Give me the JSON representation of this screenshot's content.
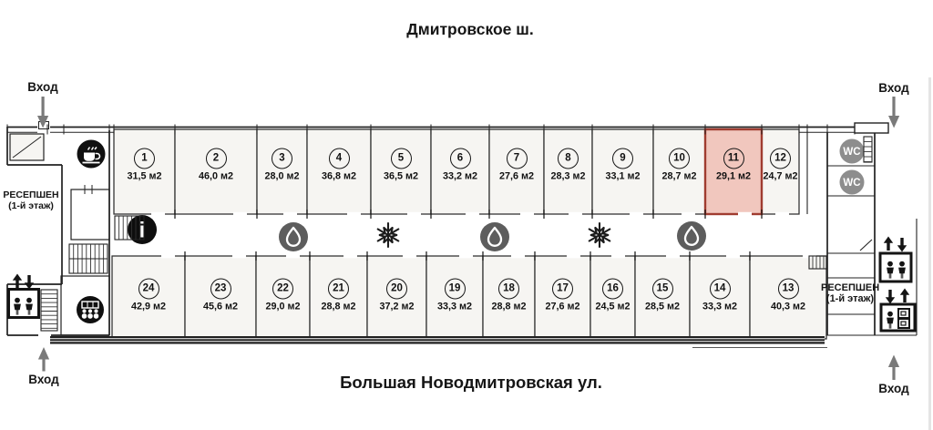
{
  "streets": {
    "top": "Дмитровское ш.",
    "bottom": "Большая Новодмитровская ул."
  },
  "entrance_label": "Вход",
  "reception": {
    "line1": "РЕСЕПШЕН",
    "line2": "(1-й этаж)"
  },
  "wc_label": "WC",
  "info_glyph": "i",
  "rooms": {
    "top": [
      {
        "number": "1",
        "area": "31,5 м2"
      },
      {
        "number": "2",
        "area": "46,0 м2"
      },
      {
        "number": "3",
        "area": "28,0 м2"
      },
      {
        "number": "4",
        "area": "36,8 м2"
      },
      {
        "number": "5",
        "area": "36,5 м2"
      },
      {
        "number": "6",
        "area": "33,2 м2"
      },
      {
        "number": "7",
        "area": "27,6 м2"
      },
      {
        "number": "8",
        "area": "28,3 м2"
      },
      {
        "number": "9",
        "area": "33,1 м2"
      },
      {
        "number": "10",
        "area": "28,7 м2"
      },
      {
        "number": "11",
        "area": "29,1 м2",
        "highlighted": true
      },
      {
        "number": "12",
        "area": "24,7 м2"
      }
    ],
    "bottom": [
      {
        "number": "24",
        "area": "42,9 м2"
      },
      {
        "number": "23",
        "area": "45,6 м2"
      },
      {
        "number": "22",
        "area": "29,0 м2"
      },
      {
        "number": "21",
        "area": "28,8 м2"
      },
      {
        "number": "20",
        "area": "37,2 м2"
      },
      {
        "number": "19",
        "area": "33,3 м2"
      },
      {
        "number": "18",
        "area": "28,8 м2"
      },
      {
        "number": "17",
        "area": "27,6 м2"
      },
      {
        "number": "16",
        "area": "24,5 м2"
      },
      {
        "number": "15",
        "area": "28,5 м2"
      },
      {
        "number": "14",
        "area": "33,3 м2"
      },
      {
        "number": "13",
        "area": "40,3 м2"
      }
    ]
  },
  "icons": [
    "coffee-icon",
    "info-icon",
    "water-drop-icon",
    "snowflake-icon",
    "wc-icon",
    "meeting-room-icon",
    "elevator-icon",
    "passenger-elevator-icon",
    "freight-elevator-icon",
    "stairs",
    "entrance-arrow-icon"
  ],
  "colors": {
    "highlight_fill": "#f1c7be",
    "highlight_stroke": "#a03c30",
    "room_fill": "#f6f5f2",
    "wall": "#222222",
    "wc_circle": "#8d8d8d",
    "drop_circle": "#5d5d5d",
    "arrow_gray": "#7a7a7a",
    "icon_black": "#111111"
  }
}
